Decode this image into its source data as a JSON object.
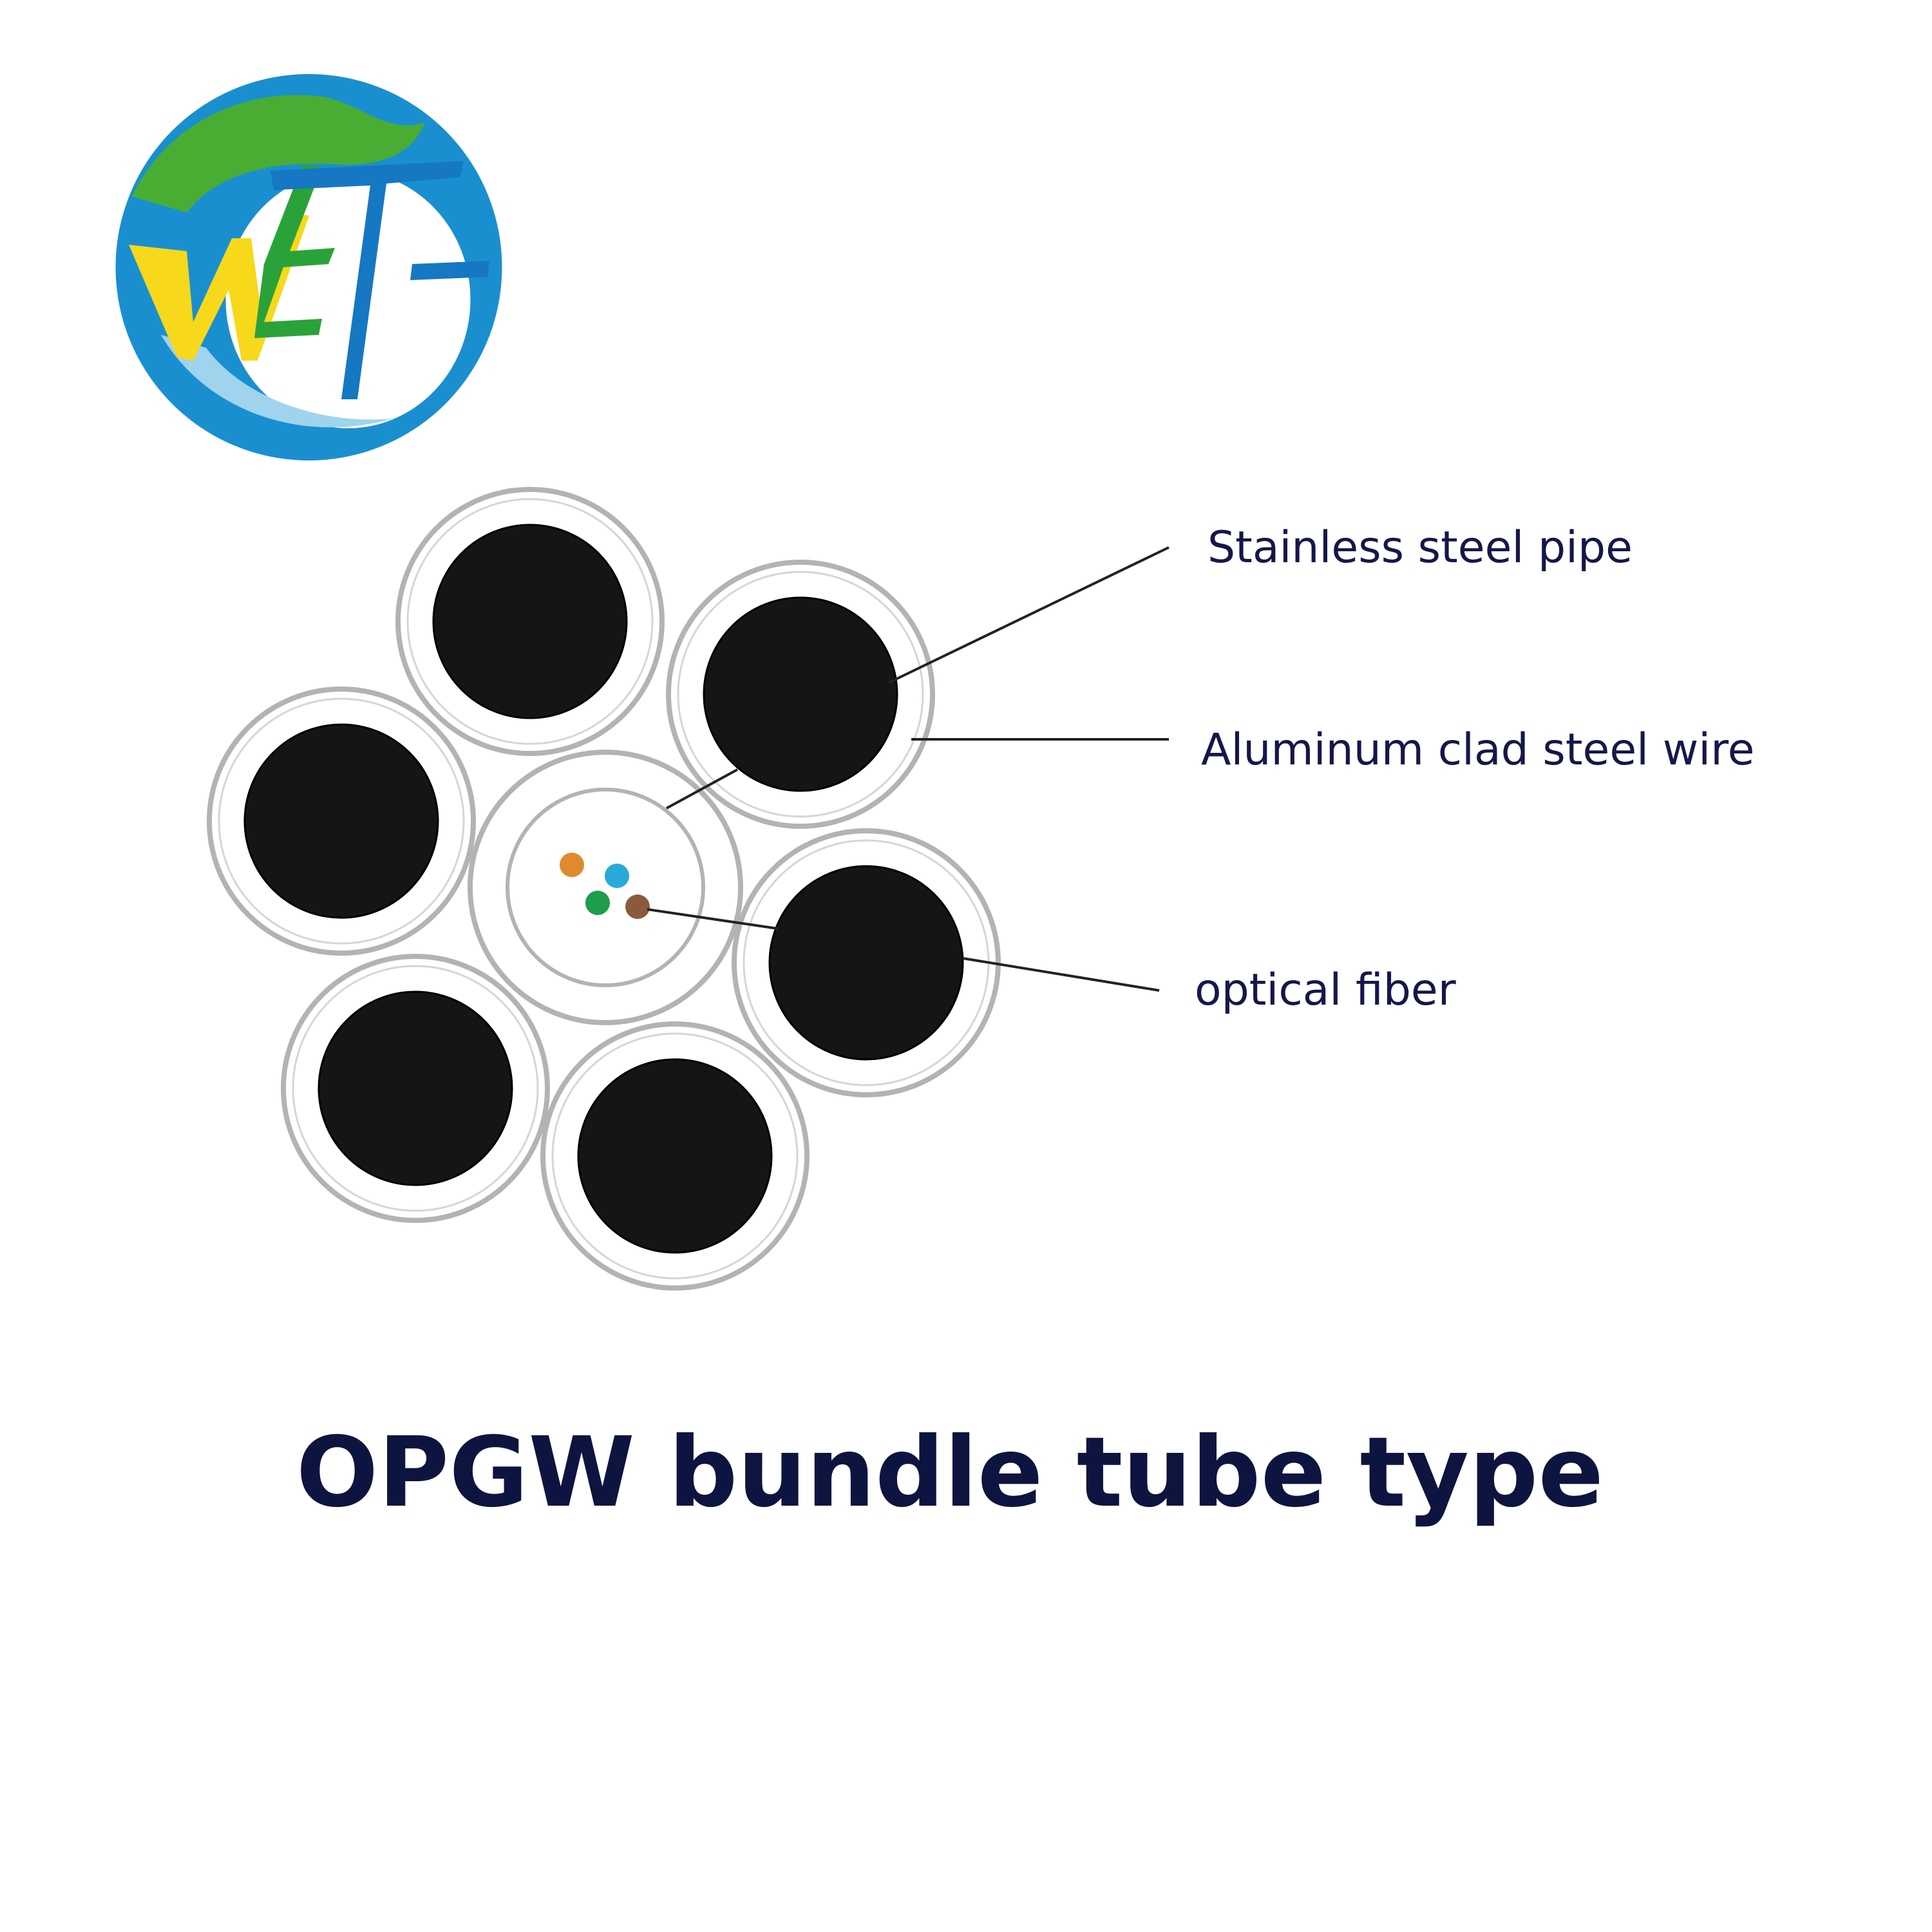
{
  "logo": {
    "lettering": "WET",
    "ring_color": "#1a8fd0",
    "green_color": "#49ad33",
    "yellow_color": "#f7d81a",
    "blue_color": "#1677c2"
  },
  "labels": {
    "stainless_steel_pipe": "Stainless steel pipe",
    "aluminum_clad_steel_wire": "Aluminum clad steel wire",
    "optical_fiber": "optical fiber"
  },
  "title": "OPGW bundle tube type",
  "colors": {
    "wire_core": "#151515",
    "wire_ring": "#b3b3b3",
    "leader_line": "#222222",
    "text": "#15174a"
  },
  "fiber_colors": [
    "#e08a2e",
    "#2aa9d8",
    "#1e9e4a",
    "#8b5a3c"
  ]
}
